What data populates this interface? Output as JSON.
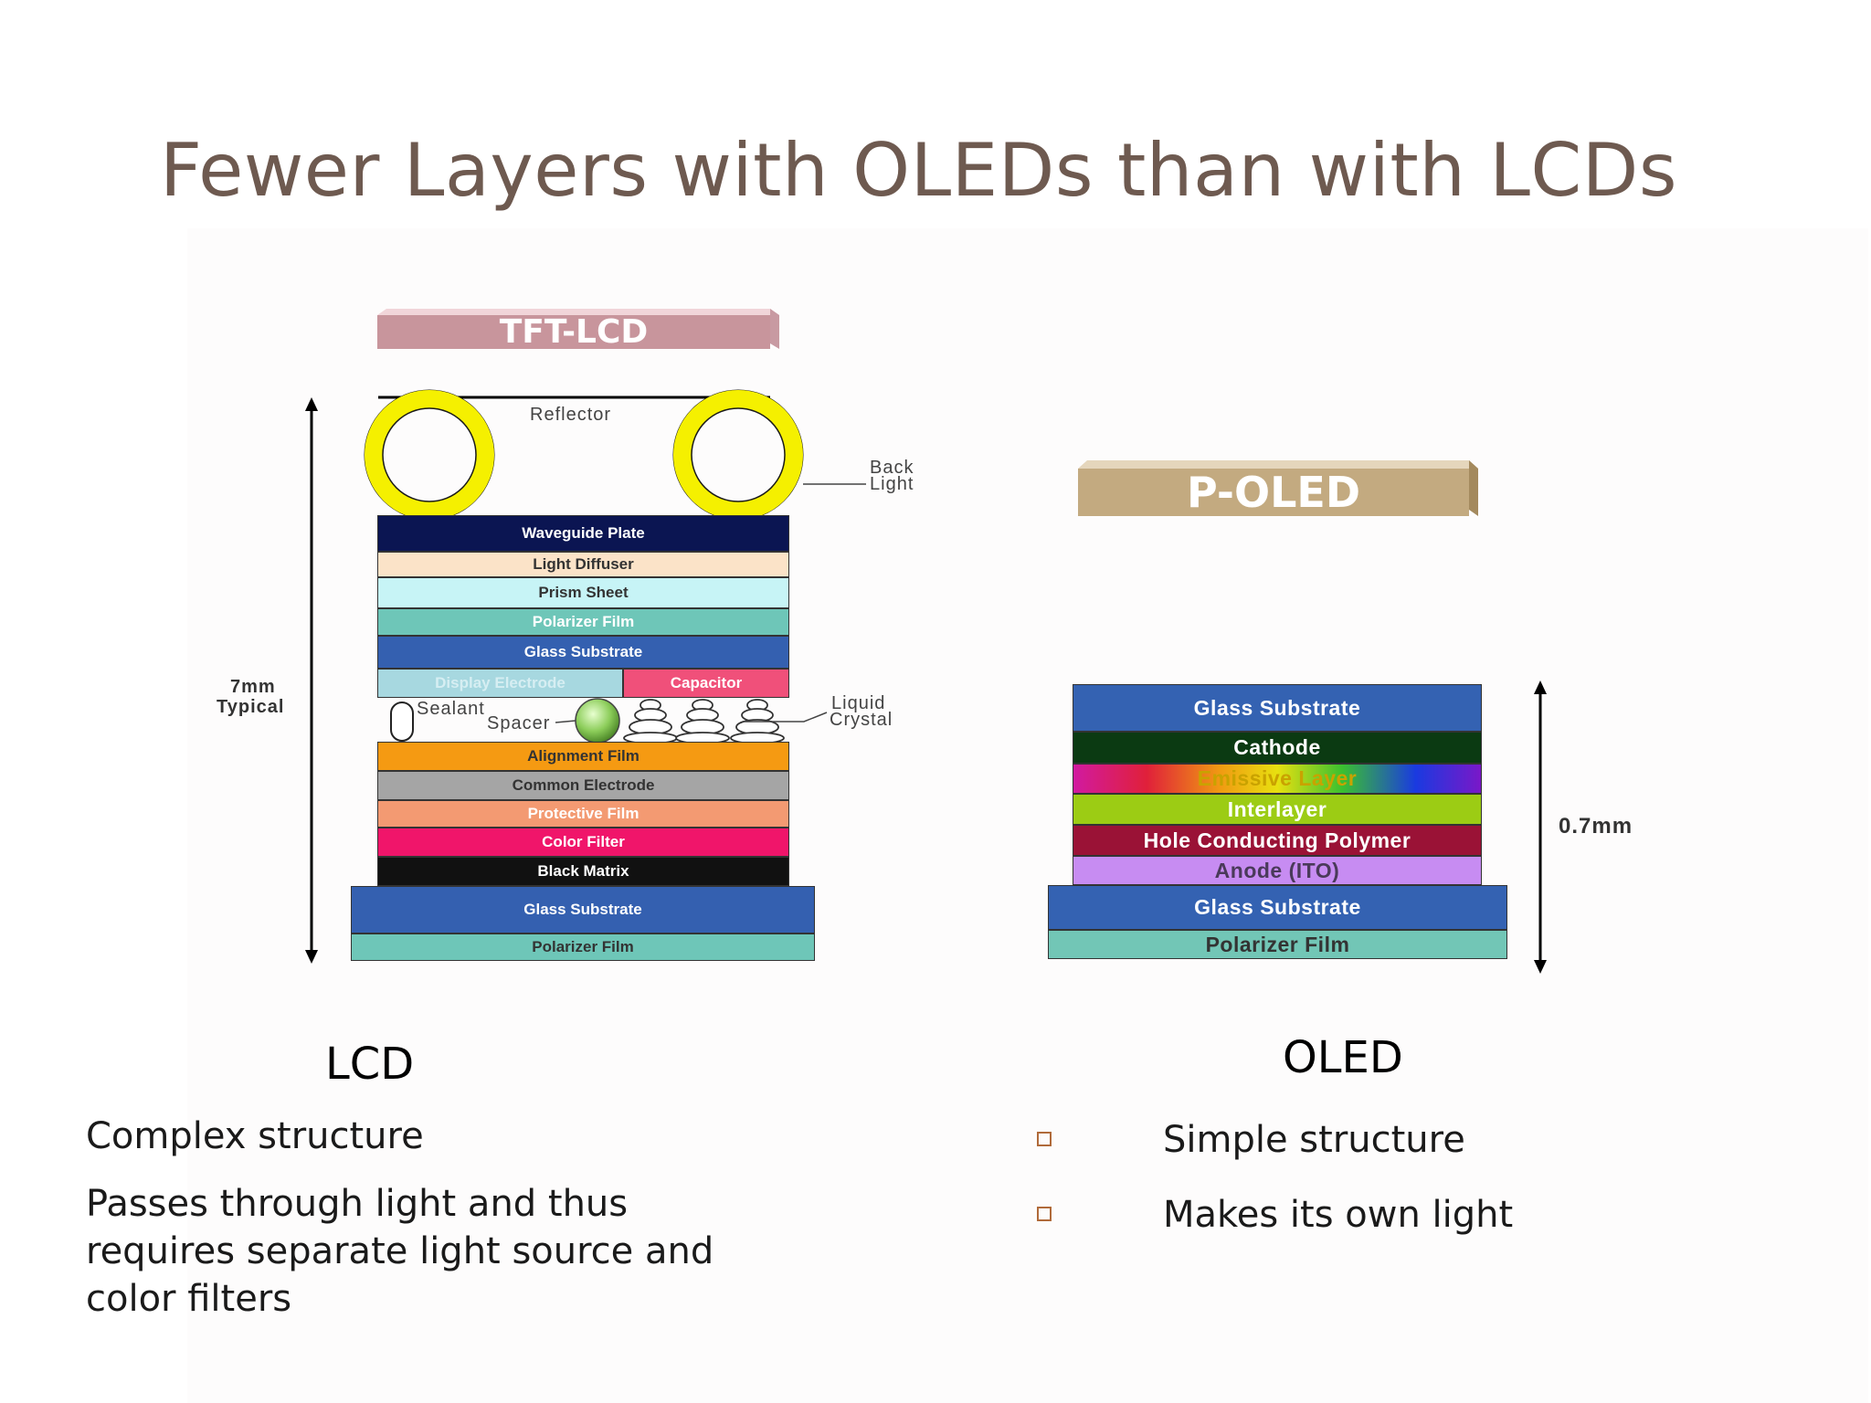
{
  "title": "Fewer Layers with OLEDs than with LCDs",
  "lcd": {
    "banner": "TFT-LCD",
    "reflector": "Reflector",
    "backlight": [
      "Back",
      "Light"
    ],
    "thickness": [
      "7mm",
      "Typical"
    ],
    "sealant": "Sealant",
    "spacer": "Spacer",
    "liquid_crystal": [
      "Liquid",
      "Crystal"
    ],
    "layers": [
      {
        "label": "Waveguide Plate",
        "color": "#0b1552",
        "text_color": "#ffffff"
      },
      {
        "label": "Light Diffuser",
        "color": "#fbe3c8",
        "text_color": "#333333"
      },
      {
        "label": "Prism Sheet",
        "color": "#c7f4f6",
        "text_color": "#333333"
      },
      {
        "label": "Polarizer Film",
        "color": "#6ec6b8",
        "text_color": "#ffffff"
      },
      {
        "label": "Glass Substrate",
        "color": "#3460b0",
        "text_color": "#ffffff"
      },
      {
        "label": "Display Electrode",
        "color": "#a7d8e0",
        "text_color": "#d6eef2"
      },
      {
        "label": "Capacitor",
        "color": "#f0507a",
        "text_color": "#ffffff"
      },
      {
        "label": "Alignment Film",
        "color": "#f59a12",
        "text_color": "#333333"
      },
      {
        "label": "Common Electrode",
        "color": "#a5a5a5",
        "text_color": "#333333"
      },
      {
        "label": "Protective  Film",
        "color": "#f39a72",
        "text_color": "#ffffff"
      },
      {
        "label": "Color Filter",
        "color": "#f0156a",
        "text_color": "#ffffff"
      },
      {
        "label": "Black Matrix",
        "color": "#111111",
        "text_color": "#ffffff"
      },
      {
        "label": "Glass Substrate",
        "color": "#3460b0",
        "text_color": "#ffffff"
      },
      {
        "label": "Polarizer Film",
        "color": "#6ec6b8",
        "text_color": "#333333"
      }
    ]
  },
  "oled": {
    "banner": "P-OLED",
    "thickness": "0.7mm",
    "layers": [
      {
        "label": "Glass Substrate",
        "color": "#3462b2",
        "text_color": "#ffffff"
      },
      {
        "label": "Cathode",
        "color": "#0b3a12",
        "text_color": "#ffffff"
      },
      {
        "label": "Emissive Layer",
        "color": "rainbow",
        "text_color": "#c9a200"
      },
      {
        "label": "Interlayer",
        "color": "#9ccc14",
        "text_color": "#ffffff"
      },
      {
        "label": "Hole Conducting Polymer",
        "color": "#9a1236",
        "text_color": "#ffffff"
      },
      {
        "label": "Anode (ITO)",
        "color": "#c78cf2",
        "text_color": "#4a3a5a"
      },
      {
        "label": "Glass Substrate",
        "color": "#3462b2",
        "text_color": "#ffffff"
      },
      {
        "label": "Polarizer Film",
        "color": "#72c6b6",
        "text_color": "#333333"
      }
    ]
  },
  "left_column": {
    "heading": "LCD",
    "bullets": [
      "Complex structure",
      "Passes through light and thus requires separate light source and color filters"
    ]
  },
  "right_column": {
    "heading": "OLED",
    "bullets": [
      "Simple structure",
      "Makes its own light"
    ]
  }
}
